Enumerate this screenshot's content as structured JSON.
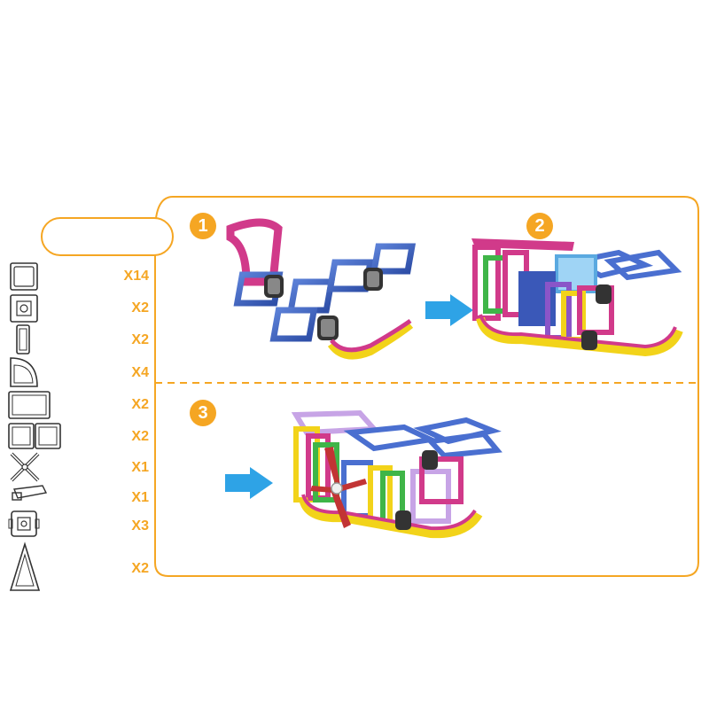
{
  "accent_orange": "#F5A623",
  "arrow_blue": "#2EA3E6",
  "steps": [
    {
      "number": "1"
    },
    {
      "number": "2"
    },
    {
      "number": "3"
    }
  ],
  "parts": [
    {
      "icon": "square-frame-icon",
      "quantity": "X14"
    },
    {
      "icon": "square-window-icon",
      "quantity": "X2"
    },
    {
      "icon": "narrow-rectangle-icon",
      "quantity": "X2"
    },
    {
      "icon": "quarter-arch-icon",
      "quantity": "X4"
    },
    {
      "icon": "wide-rectangle-icon",
      "quantity": "X2"
    },
    {
      "icon": "double-square-icon",
      "quantity": "X2"
    },
    {
      "icon": "propeller-icon",
      "quantity": "X1"
    },
    {
      "icon": "connector-block-icon",
      "quantity": "X1"
    },
    {
      "icon": "wheel-base-icon",
      "quantity": "X3"
    },
    {
      "icon": "triangle-icon",
      "quantity": "X2"
    }
  ],
  "models": [
    {
      "name": "step-1-model"
    },
    {
      "name": "step-2-model"
    },
    {
      "name": "step-3-model"
    }
  ]
}
